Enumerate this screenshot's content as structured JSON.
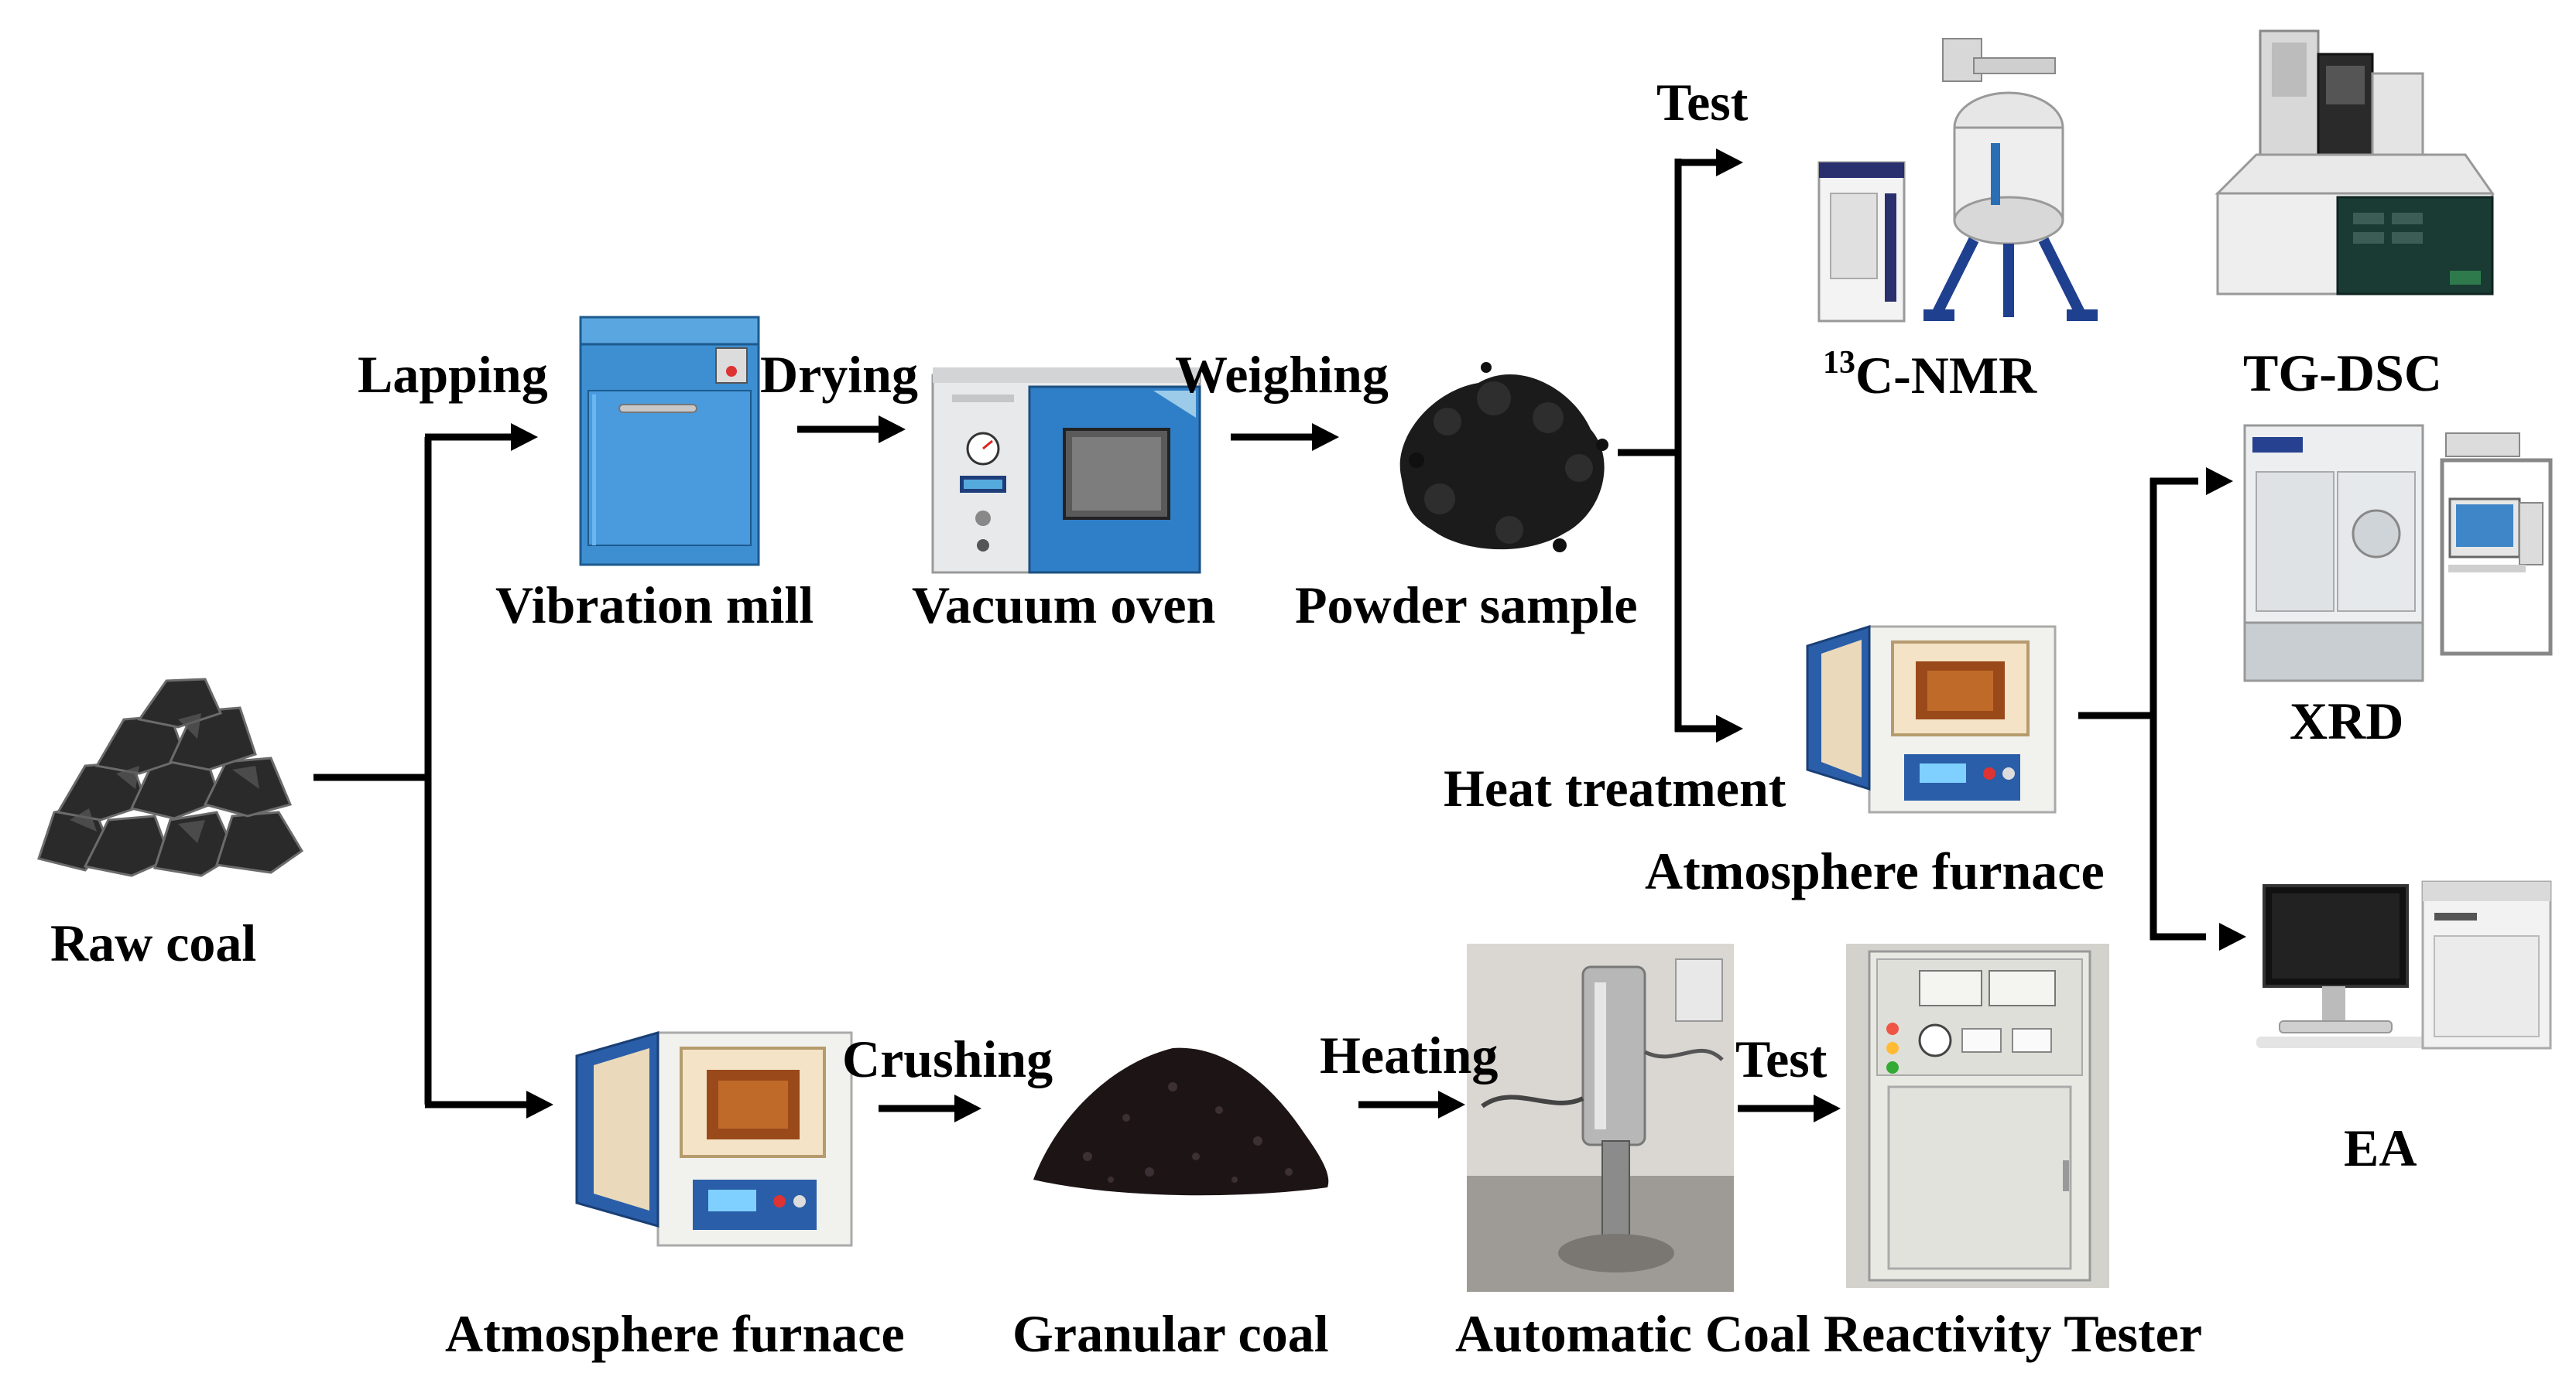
{
  "labels": {
    "raw_coal": "Raw coal",
    "lapping": "Lapping",
    "drying": "Drying",
    "weighing": "Weighing",
    "vibration_mill": "Vibration mill",
    "vacuum_oven": "Vacuum oven",
    "powder_sample": "Powder sample",
    "test_top": "Test",
    "nmr_sup": "13",
    "nmr_text": "C-NMR",
    "tg_dsc": "TG-DSC",
    "heat_treatment": "Heat treatment",
    "atmosphere_furnace_top": "Atmosphere furnace",
    "xrd": "XRD",
    "ea": "EA",
    "crushing": "Crushing",
    "heating": "Heating",
    "test_bottom": "Test",
    "atmosphere_furnace_bottom": "Atmosphere furnace",
    "granular_coal": "Granular coal",
    "tester": "Automatic Coal Reactivity Tester"
  },
  "colors": {
    "line": "#000000",
    "mill_blue": "#3d8fd1",
    "oven_blue": "#2f7fc8",
    "furnace_blue": "#1f5f9a",
    "coal": "#1c1c1c",
    "panel": "#e8e8e8"
  }
}
